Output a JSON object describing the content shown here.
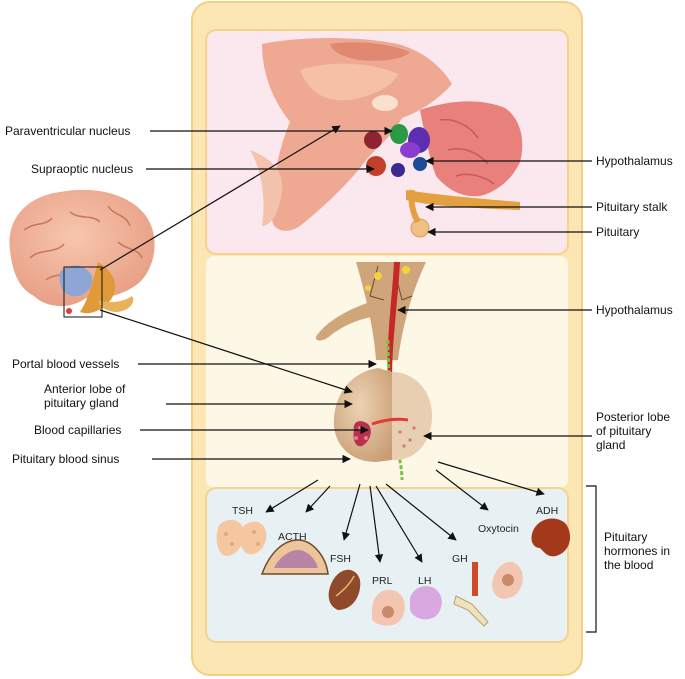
{
  "labels": {
    "paraventricular": "Paraventricular nucleus",
    "supraoptic": "Supraoptic nucleus",
    "hypothalamus_top": "Hypothalamus",
    "pituitary_stalk": "Pituitary stalk",
    "pituitary": "Pituitary",
    "hypothalamus_mid": "Hypothalamus",
    "portal_vessels": "Portal blood vessels",
    "anterior_lobe": "Anterior lobe of pituitary gland",
    "capillaries": "Blood capillaries",
    "blood_sinus": "Pituitary blood sinus",
    "posterior_lobe": "Posterior lobe of pituitary gland",
    "hormones_group": "Pituitary hormones in the blood"
  },
  "hormones": {
    "tsh": "TSH",
    "acth": "ACTH",
    "fsh": "FSH",
    "prl": "PRL",
    "lh": "LH",
    "gh": "GH",
    "oxytocin": "Oxytocin",
    "adh": "ADH"
  },
  "colors": {
    "outer_panel": "#fbe6b4",
    "panel_border": "#f3cf86",
    "top_panel": "#fbe7ee",
    "mid_panel": "#fdf7e6",
    "bottom_panel": "#e7f1f4",
    "brain_tissue": "#eea58d",
    "gland": "#d8b48e",
    "artery": "#e53935",
    "nerve": "#7cc142"
  }
}
